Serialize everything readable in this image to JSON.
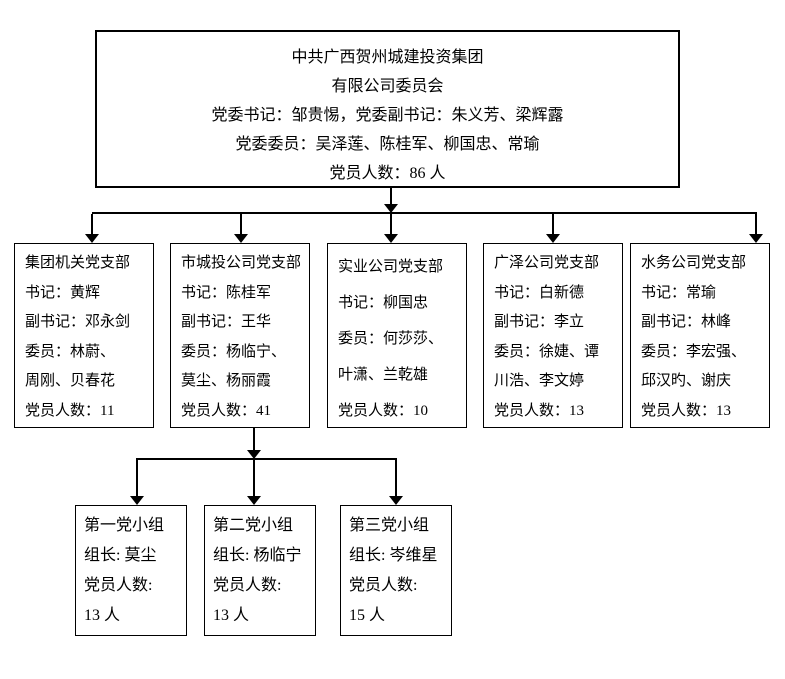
{
  "committee": {
    "lines": [
      "中共广西贺州城建投资集团",
      "有限公司委员会",
      "党委书记：邹贵惕，党委副书记：朱义芳、梁辉露",
      "党委委员：吴泽莲、陈桂军、柳国忠、常瑜",
      "党员人数：86 人"
    ]
  },
  "branches": [
    {
      "lines": [
        "集团机关党支部",
        "书记：黄辉",
        "副书记：邓永剑",
        "委员：林蔚、",
        "周刚、贝春花",
        "党员人数：11"
      ]
    },
    {
      "lines": [
        "市城投公司党支部",
        "书记：陈桂军",
        "副书记：王华",
        "委员：杨临宁、",
        "莫尘、杨丽霞",
        "党员人数：41"
      ]
    },
    {
      "lines": [
        "实业公司党支部",
        "书记：柳国忠",
        "委员：何莎莎、",
        "叶潇、兰乾雄",
        "党员人数：10"
      ]
    },
    {
      "lines": [
        "广泽公司党支部",
        "书记：白新德",
        "副书记：李立",
        "委员：徐婕、谭",
        "川浩、李文婷",
        "党员人数：13"
      ]
    },
    {
      "lines": [
        "水务公司党支部",
        "书记：常瑜",
        "副书记：林峰",
        "委员：李宏强、",
        "邱汉旳、谢庆",
        "党员人数：13"
      ]
    }
  ],
  "groups": [
    {
      "lines": [
        "第一党小组",
        "组长: 莫尘",
        "党员人数:",
        "13 人"
      ]
    },
    {
      "lines": [
        "第二党小组",
        "组长: 杨临宁",
        "党员人数:",
        "13 人"
      ]
    },
    {
      "lines": [
        "第三党小组",
        "组长: 岑维星",
        "党员人数:",
        "15 人"
      ]
    }
  ],
  "icons": {
    "connector_arrow": "arrow-down"
  },
  "colors": {
    "text": "#000000",
    "border": "#000000",
    "background": "#ffffff"
  }
}
